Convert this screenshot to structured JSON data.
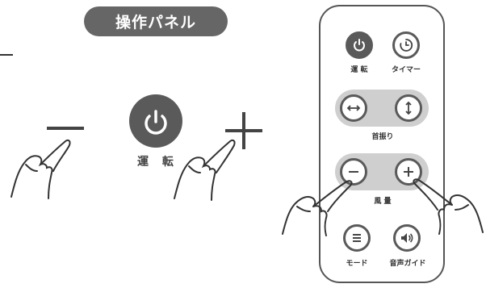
{
  "panel": {
    "title": "操作パネル",
    "power_label": "運 転"
  },
  "remote": {
    "power_label": "運 転",
    "timer_label": "タイマー",
    "swing_label": "首振り",
    "wind_label": "風 量",
    "mode_label": "モード",
    "voice_label": "音声ガイド"
  },
  "colors": {
    "button_dark": "#5a5a5a",
    "pill_gray": "#cfcfcf",
    "title_bg": "#666666"
  }
}
